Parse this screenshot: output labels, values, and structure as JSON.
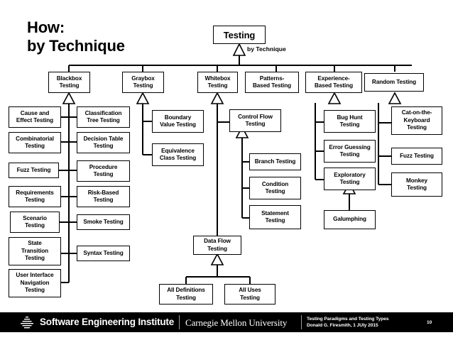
{
  "slide": {
    "title": "How:\nby Technique",
    "relationship_caption": "by Technique"
  },
  "diagram": {
    "type": "uml-generalization-tree",
    "root": {
      "label": "Testing"
    },
    "nodes": [
      {
        "id": "testing",
        "label": "Testing"
      },
      {
        "id": "blackbox",
        "label": "Blackbox\nTesting"
      },
      {
        "id": "graybox",
        "label": "Graybox\nTesting"
      },
      {
        "id": "whitebox",
        "label": "Whitebox\nTesting"
      },
      {
        "id": "patterns-based",
        "label": "Patterns-\nBased Testing"
      },
      {
        "id": "experience-based",
        "label": "Experience-\nBased Testing"
      },
      {
        "id": "random",
        "label": "Random Testing"
      },
      {
        "id": "cause-and-effect",
        "label": "Cause and\nEffect Testing"
      },
      {
        "id": "combinatorial",
        "label": "Combinatorial\nTesting"
      },
      {
        "id": "fuzz-blackbox",
        "label": "Fuzz Testing"
      },
      {
        "id": "requirements",
        "label": "Requirements\nTesting"
      },
      {
        "id": "scenario",
        "label": "Scenario\nTesting"
      },
      {
        "id": "state-transition",
        "label": "State\nTransition\nTesting"
      },
      {
        "id": "user-interface-nav",
        "label": "User Interface\nNavigation\nTesting"
      },
      {
        "id": "classification-tree",
        "label": "Classification\nTree Testing"
      },
      {
        "id": "decision-table",
        "label": "Decision Table\nTesting"
      },
      {
        "id": "procedure",
        "label": "Procedure\nTesting"
      },
      {
        "id": "risk-based",
        "label": "Risk-Based\nTesting"
      },
      {
        "id": "smoke",
        "label": "Smoke Testing"
      },
      {
        "id": "syntax",
        "label": "Syntax Testing"
      },
      {
        "id": "boundary-value",
        "label": "Boundary\nValue Testing"
      },
      {
        "id": "equivalence-class",
        "label": "Equivalence\nClass Testing"
      },
      {
        "id": "control-flow",
        "label": "Control Flow\nTesting"
      },
      {
        "id": "branch",
        "label": "Branch Testing"
      },
      {
        "id": "condition",
        "label": "Condition\nTesting"
      },
      {
        "id": "statement",
        "label": "Statement\nTesting"
      },
      {
        "id": "data-flow",
        "label": "Data Flow\nTesting"
      },
      {
        "id": "all-definitions",
        "label": "All Definitions\nTesting"
      },
      {
        "id": "all-uses",
        "label": "All Uses\nTesting"
      },
      {
        "id": "bug-hunt",
        "label": "Bug Hunt\nTesting"
      },
      {
        "id": "error-guessing",
        "label": "Error Guessing\nTesting"
      },
      {
        "id": "exploratory",
        "label": "Exploratory\nTesting"
      },
      {
        "id": "galumphing",
        "label": "Galumphing"
      },
      {
        "id": "cat-on-the-keyboard",
        "label": "Cat-on-the-\nKeyboard\nTesting"
      },
      {
        "id": "fuzz-random",
        "label": "Fuzz Testing"
      },
      {
        "id": "monkey",
        "label": "Monkey\nTesting"
      }
    ],
    "edges": [
      {
        "parent": "testing",
        "child": "blackbox"
      },
      {
        "parent": "testing",
        "child": "graybox"
      },
      {
        "parent": "testing",
        "child": "whitebox"
      },
      {
        "parent": "testing",
        "child": "patterns-based"
      },
      {
        "parent": "testing",
        "child": "experience-based"
      },
      {
        "parent": "testing",
        "child": "random"
      },
      {
        "parent": "blackbox",
        "child": "cause-and-effect"
      },
      {
        "parent": "blackbox",
        "child": "combinatorial"
      },
      {
        "parent": "blackbox",
        "child": "fuzz-blackbox"
      },
      {
        "parent": "blackbox",
        "child": "requirements"
      },
      {
        "parent": "blackbox",
        "child": "scenario"
      },
      {
        "parent": "blackbox",
        "child": "state-transition"
      },
      {
        "parent": "blackbox",
        "child": "user-interface-nav"
      },
      {
        "parent": "blackbox",
        "child": "classification-tree"
      },
      {
        "parent": "blackbox",
        "child": "decision-table"
      },
      {
        "parent": "blackbox",
        "child": "procedure"
      },
      {
        "parent": "blackbox",
        "child": "risk-based"
      },
      {
        "parent": "blackbox",
        "child": "smoke"
      },
      {
        "parent": "blackbox",
        "child": "syntax"
      },
      {
        "parent": "graybox",
        "child": "boundary-value"
      },
      {
        "parent": "graybox",
        "child": "equivalence-class"
      },
      {
        "parent": "whitebox",
        "child": "control-flow"
      },
      {
        "parent": "whitebox",
        "child": "data-flow"
      },
      {
        "parent": "control-flow",
        "child": "branch"
      },
      {
        "parent": "control-flow",
        "child": "condition"
      },
      {
        "parent": "control-flow",
        "child": "statement"
      },
      {
        "parent": "data-flow",
        "child": "all-definitions"
      },
      {
        "parent": "data-flow",
        "child": "all-uses"
      },
      {
        "parent": "experience-based",
        "child": "bug-hunt"
      },
      {
        "parent": "experience-based",
        "child": "error-guessing"
      },
      {
        "parent": "experience-based",
        "child": "exploratory"
      },
      {
        "parent": "exploratory",
        "child": "galumphing"
      },
      {
        "parent": "random",
        "child": "cat-on-the-keyboard"
      },
      {
        "parent": "random",
        "child": "fuzz-random"
      },
      {
        "parent": "random",
        "child": "monkey"
      }
    ]
  },
  "footer": {
    "institute": "Software Engineering Institute",
    "university": "Carnegie Mellon University",
    "doc_title": "Testing Paradigms and Testing Types",
    "doc_author_date": "Donald G. Firesmith, 1 JUly 2015",
    "page_number": "10",
    "background_color": "#000000",
    "text_color": "#ffffff"
  }
}
